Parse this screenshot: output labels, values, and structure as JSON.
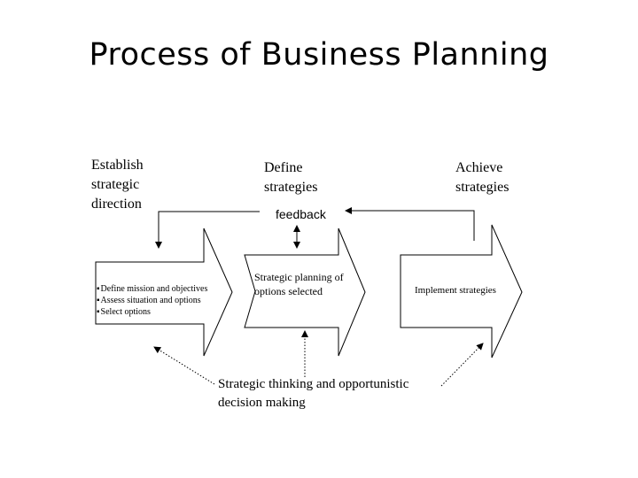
{
  "title": "Process of Business Planning",
  "stages": {
    "establish": {
      "label_lines": [
        "Establish",
        "strategic",
        "direction"
      ]
    },
    "define": {
      "label_lines": [
        "Define",
        "strategies"
      ]
    },
    "achieve": {
      "label_lines": [
        "Achieve",
        "strategies"
      ]
    }
  },
  "feedback_label": "feedback",
  "arrows": {
    "first": {
      "bullets": [
        "Define mission and objectives",
        "Assess situation and options",
        "Select options"
      ]
    },
    "second": {
      "text_lines": [
        "Strategic planning of",
        "options selected"
      ]
    },
    "third": {
      "text": "Implement strategies"
    }
  },
  "bottom": {
    "text_lines": [
      "Strategic thinking and opportunistic",
      "decision making"
    ]
  }
}
